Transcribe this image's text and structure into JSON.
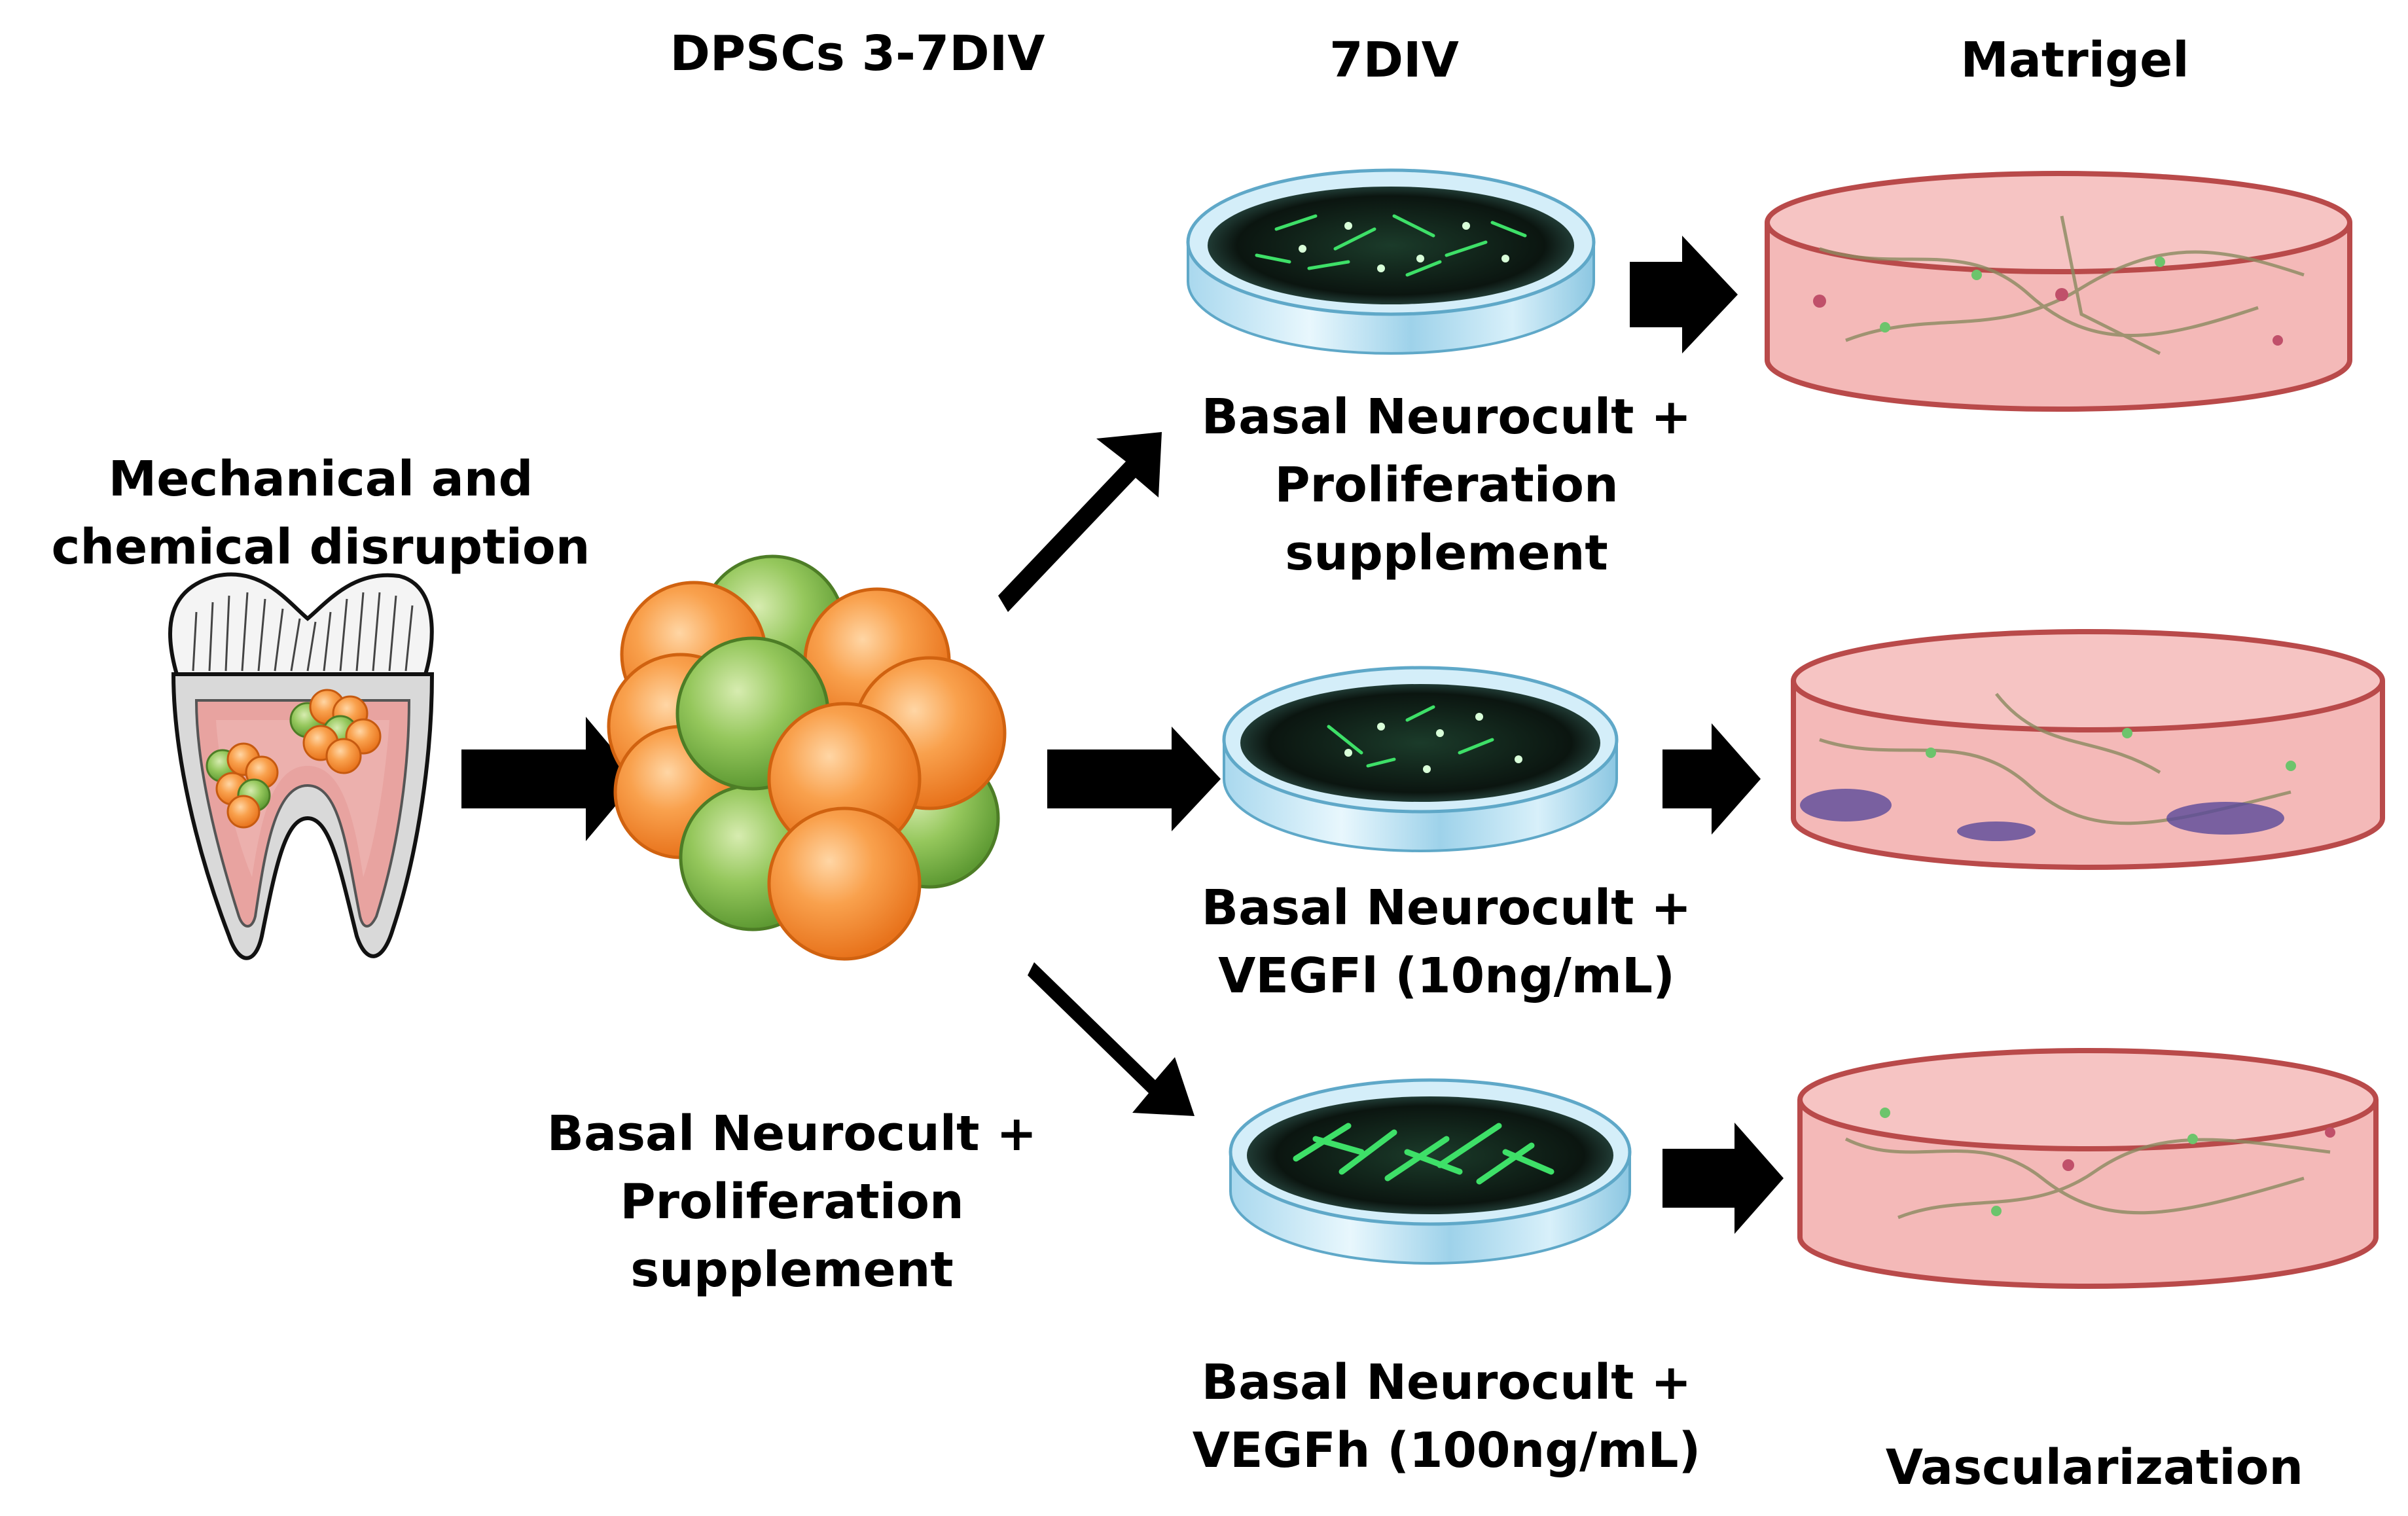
{
  "headers": {
    "dpscs": "DPSCs 3-7DIV",
    "div7": "7DIV",
    "matrigel": "Matrigel"
  },
  "left": {
    "title_line1": "Mechanical and",
    "title_line2": "chemical disruption"
  },
  "center": {
    "line1": "Basal Neurocult +",
    "line2": "Proliferation",
    "line3": "supplement"
  },
  "conditions": [
    {
      "line1": "Basal Neurocult +",
      "line2": "Proliferation",
      "line3": "supplement"
    },
    {
      "line1": "Basal Neurocult +",
      "line2": "VEGFl (10ng/mL)"
    },
    {
      "line1": "Basal Neurocult +",
      "line2": "VEGFh (100ng/mL)"
    }
  ],
  "footer": {
    "vascularization": "Vascularization"
  },
  "colors": {
    "cell_orange": "#f7943a",
    "cell_green": "#8cc152",
    "pulp_pink": "#e8a3a0",
    "matrigel_fill": "#f4b9b8",
    "matrigel_border": "#b94a4a",
    "dish_blue": "#bfe3f2",
    "culture_green": "#34d35a",
    "arrow": "#000000"
  },
  "icons": [
    "tooth-icon",
    "cell-cluster-icon",
    "petri-dish-icon",
    "matrigel-disc-icon",
    "arrow-icon"
  ]
}
